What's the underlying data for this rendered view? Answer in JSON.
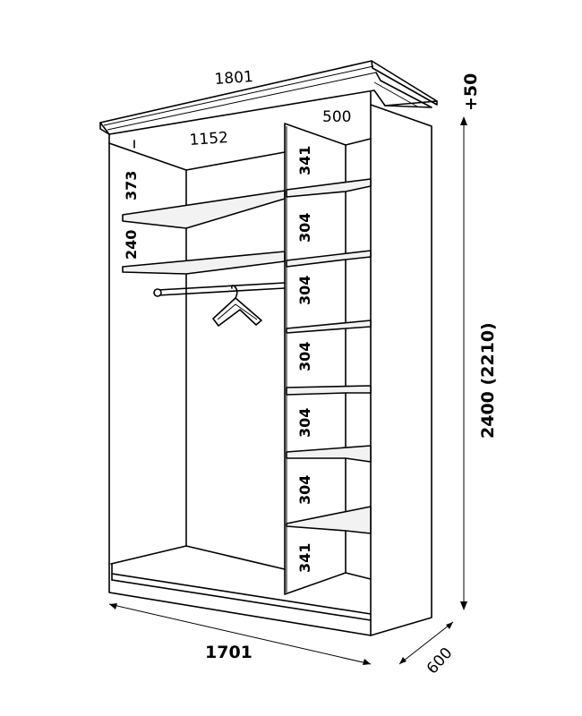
{
  "dimensions": {
    "cornice_width": "1801",
    "inner_top_width": "1152",
    "right_section_depth": "500",
    "left_top_gap": "373",
    "left_shelf_gap": "240",
    "right_gaps": [
      "341",
      "304",
      "304",
      "304",
      "304",
      "304",
      "341"
    ],
    "total_width": "1701",
    "depth": "600",
    "total_height": "2400 (2210)",
    "cornice_height": "+50"
  }
}
